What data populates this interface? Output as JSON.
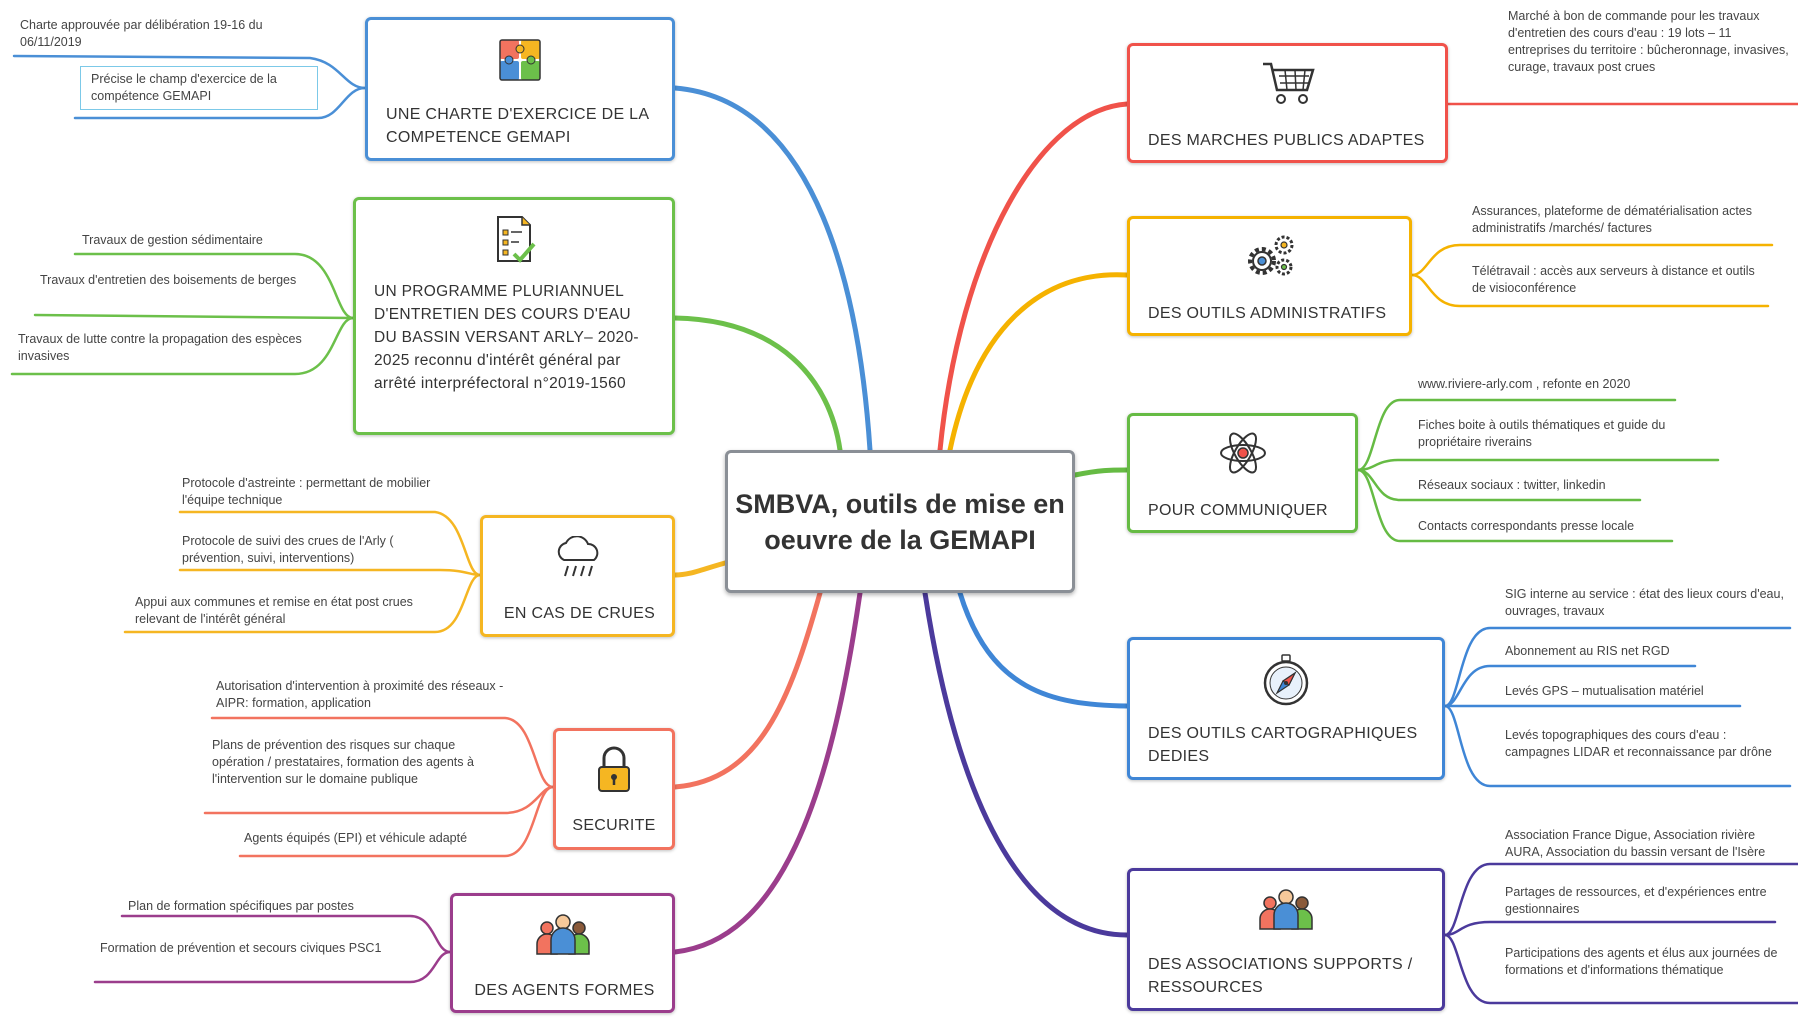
{
  "center": {
    "title": "SMBVA, outils de mise en oeuvre de la GEMAPI"
  },
  "colors": {
    "blue": "#4a8fd6",
    "green": "#6cc04a",
    "yellow": "#f5b622",
    "coral": "#f2735f",
    "purple": "#9b3d8c",
    "red": "#f0524a",
    "orange": "#f5b200",
    "green_right": "#66bb44",
    "blue_right": "#3f86d6",
    "navy": "#4b3a9c"
  },
  "branches": {
    "charte": {
      "title": "UNE CHARTE D'EXERCICE DE LA COMPETENCE GEMAPI",
      "icon": "puzzle-icon",
      "leaves": [
        "Charte approuvée par délibération 19-16 du 06/11/2019",
        "Précise le champ d'exercice de la compétence GEMAPI"
      ]
    },
    "programme": {
      "title": "UN PROGRAMME PLURIANNUEL D'ENTRETIEN DES COURS D'EAU DU BASSIN VERSANT ARLY– 2020-2025 reconnu d'intérêt général par arrêté interpréfectoral n°2019-1560",
      "icon": "checklist-icon",
      "leaves": [
        "Travaux de gestion sédimentaire",
        "Travaux d'entretien des boisements de berges",
        "Travaux de lutte contre la propagation des espèces invasives"
      ]
    },
    "crues": {
      "title": "EN CAS DE CRUES",
      "icon": "rain-cloud-icon",
      "leaves": [
        "Protocole d'astreinte : permettant de mobilier l'équipe technique",
        "Protocole de suivi des crues de l'Arly ( prévention, suivi, interventions)",
        "Appui aux communes et remise en état post crues relevant de l'intérêt général"
      ]
    },
    "securite": {
      "title": "SECURITE",
      "icon": "padlock-icon",
      "leaves": [
        "Autorisation d'intervention à proximité des réseaux - AIPR: formation, application",
        "Plans de prévention des risques sur chaque opération / prestataires, formation des agents à l'intervention sur le domaine publique",
        "Agents équipés (EPI) et véhicule adapté"
      ]
    },
    "agents": {
      "title": "DES AGENTS FORMES",
      "icon": "team-icon",
      "leaves": [
        "Plan de formation spécifiques par postes",
        "Formation de prévention et secours civiques PSC1"
      ]
    },
    "marches": {
      "title": "DES MARCHES PUBLICS ADAPTES",
      "icon": "shopping-cart-icon",
      "leaves": [
        "Marché à bon de commande pour  les travaux d'entretien des cours d'eau :  19 lots – 11 entreprises du territoire  : bûcheronnage, invasives, curage,  travaux post crues"
      ]
    },
    "admin": {
      "title": "DES OUTILS ADMINISTRATIFS",
      "icon": "gears-icon",
      "leaves": [
        "Assurances, plateforme de dématérialisation actes administratifs /marchés/ factures",
        "Télétravail : accès aux serveurs à distance et outils de visioconférence"
      ]
    },
    "communiquer": {
      "title": "POUR COMMUNIQUER",
      "icon": "atom-icon",
      "leaves": [
        "www.riviere-arly.com , refonte en 2020",
        "Fiches boite à outils thématiques et guide du propriétaire riverains",
        "Réseaux sociaux : twitter, linkedin",
        "Contacts correspondants presse locale"
      ]
    },
    "carto": {
      "title": "DES OUTILS CARTOGRAPHIQUES DEDIES",
      "icon": "compass-icon",
      "leaves": [
        "SIG interne au service : état des lieux cours d'eau, ouvrages, travaux",
        "Abonnement au RIS net RGD",
        "Levés GPS – mutualisation matériel",
        "Levés topographiques des cours d'eau : campagnes LIDAR et reconnaissance par drône"
      ]
    },
    "associations": {
      "title": "DES ASSOCIATIONS  SUPPORTS / RESSOURCES",
      "icon": "team-icon",
      "leaves": [
        "Association France Digue, Association rivière AURA, Association du bassin versant de l'Isère",
        "Partages de ressources, et d'expériences entre gestionnaires",
        "Participations des agents et élus aux journées de formations et d'informations thématique"
      ]
    }
  }
}
